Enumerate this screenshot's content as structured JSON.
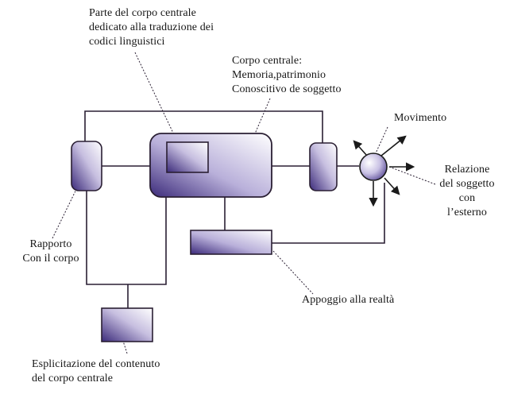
{
  "diagram": {
    "labels": {
      "parte_corpo_centrale": "Parte del corpo centrale\ndedicato alla traduzione dei\ncodici linguistici",
      "corpo_centrale": "Corpo centrale:\nMemoria,patrimonio\nConoscitivo de soggetto",
      "movimento": "Movimento",
      "relazione": "Relazione\ndel soggetto\ncon\nl’esterno",
      "rapporto": "Rapporto\nCon il corpo",
      "appoggio": "Appoggio alla realtà",
      "esplicitazione": "Esplicitazione del contenuto\ndel corpo centrale"
    },
    "colors": {
      "line": "#2a1f33",
      "box_fill_dark": "#3b2a7a",
      "box_fill_light": "#ffffff",
      "text": "#161616"
    }
  }
}
